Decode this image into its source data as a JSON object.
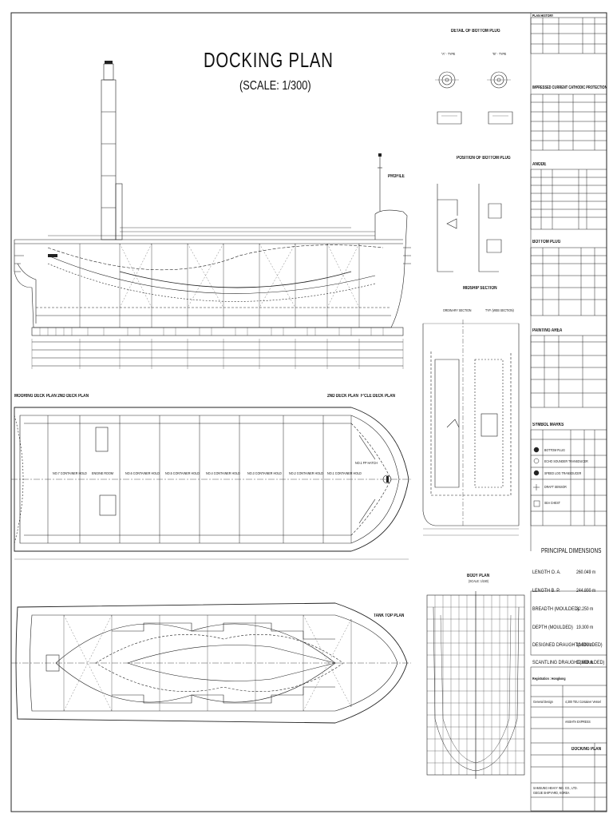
{
  "title": "DOCKING PLAN",
  "scale": "(SCALE: 1/300)",
  "views": {
    "profile": "PROFILE",
    "mooring_deck": "MOORING DECK PLAN  2ND DECK PLAN",
    "second_deck": "2ND DECK PLAN",
    "fcle_deck": "F'CLE DECK PLAN",
    "tank_top": "TANK TOP PLAN",
    "body_plan": "BODY PLAN",
    "body_scale": "(SCALE: 1/150)",
    "midship": "MIDSHIP SECTION",
    "ordinary_section": "ORDINARY SECTION",
    "typ_section": "TYP. (WEB SECTION)",
    "detail_bottom_plug": "DETAIL OF BOTTOM PLUG",
    "position_bottom_plug": "POSITION OF BOTTOM PLUG",
    "a_type": "\"A\" - TYPE",
    "b_type": "\"B\" - TYPE"
  },
  "holds": [
    "NO.7 CONTAINER HOLD",
    "ENGINE ROOM",
    "NO.6 CONTAINER HOLD",
    "NO.5 CONTAINER HOLD",
    "NO.4 CONTAINER HOLD",
    "NO.3 CONTAINER HOLD",
    "NO.2 CONTAINER HOLD",
    "NO.1 CONTAINER HOLD",
    "NO.1 FP HATCH"
  ],
  "right_panel": {
    "plan_history": "PLAN HISTORY",
    "iccp": "IMPRESSED CURRENT CATHODIC PROTECTION",
    "anode": "ANODE",
    "bottom_plug": "BOTTOM PLUG",
    "painting_area": "PAINTING AREA",
    "symbol_marks": "SYMBOL MARKS",
    "symbol_items": [
      "BOTTOM PLUG",
      "ECHO SOUNDER TRANSDUCER",
      "SPEED LOG TRANSDUCER",
      "DRAFT SENSOR",
      "SEA CHEST"
    ]
  },
  "principal_dimensions": {
    "heading": "PRINCIPAL DIMENSIONS",
    "rows": [
      {
        "label": "LENGTH O. A.",
        "value": "260.049 m"
      },
      {
        "label": "LENGTH B. P.",
        "value": "244.800 m"
      },
      {
        "label": "BREADTH (MOULDED)",
        "value": "32.250 m"
      },
      {
        "label": "DEPTH (MOULDED)",
        "value": "19.300 m"
      },
      {
        "label": "DESIGNED DRAUGHT(MOULDED)",
        "value": "11.000 m"
      },
      {
        "label": "SCANTLING DRAUGHT(MOULDED)",
        "value": "12.600 m"
      }
    ],
    "registration": "Registration : Hongkong"
  },
  "title_block": {
    "dept": "General Design",
    "vessel": "4,300 TEU Container Vessel",
    "ship_name": "ANSHTA EXPRESS",
    "drawing_title": "DOCKING PLAN",
    "company": "SAMSUNG HEAVY IND. CO., LTD.",
    "yard": "GEOJE SHIPYARD, KOREA"
  }
}
